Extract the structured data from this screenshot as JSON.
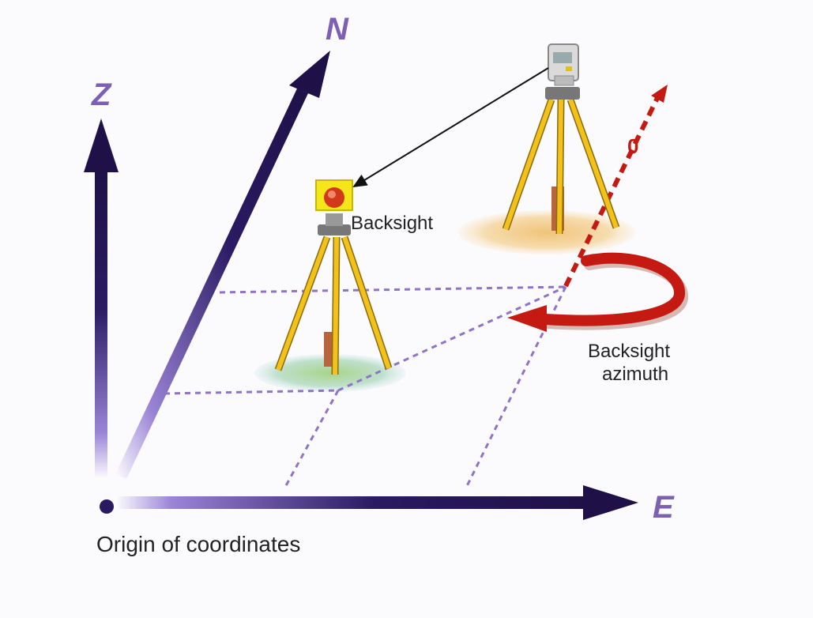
{
  "axes": {
    "z_label": "Z",
    "n_label": "N",
    "e_label": "E"
  },
  "labels": {
    "origin": "Origin of coordinates",
    "backsight": "Backsight",
    "backsight_azimuth_line1": "Backsight",
    "backsight_azimuth_line2": "azimuth",
    "zero_direction": "0"
  },
  "colors": {
    "axis_dark": "#1f1147",
    "axis_label": "#7d5fb4",
    "grid_dash": "#8f73c8",
    "azimuth_red": "#c41a12",
    "tripod_yellow": "#f2c21a",
    "prism_target": "#f5e61a"
  },
  "icons": {
    "instrument": "total-station-icon",
    "backsight_target": "prism-target-icon"
  }
}
